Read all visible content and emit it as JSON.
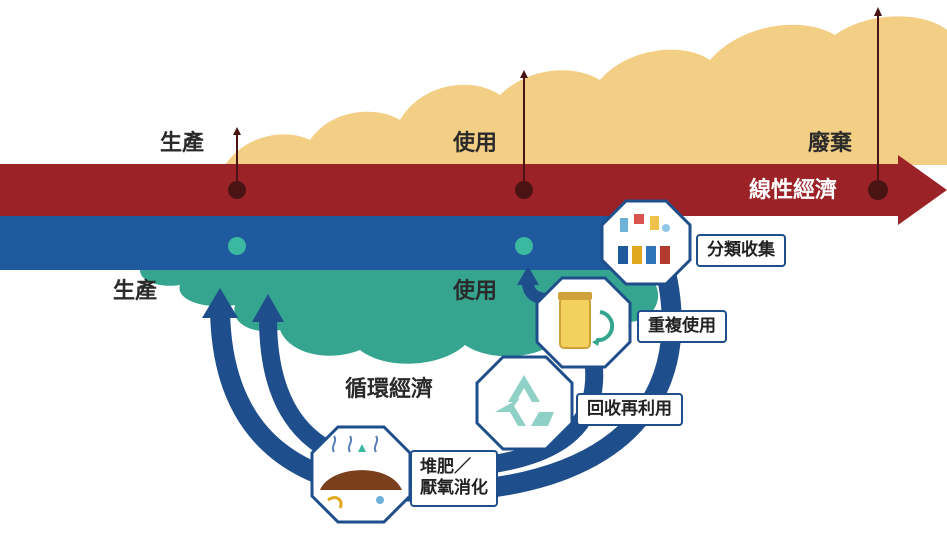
{
  "linear": {
    "title": "線性經濟",
    "stage_produce": "生產",
    "stage_use": "使用",
    "stage_dispose": "廢棄"
  },
  "circular": {
    "title": "循環經濟",
    "stage_produce": "生產",
    "stage_use": "使用",
    "steps": [
      {
        "label": "分類收集",
        "icon": "recycling-bins-icon"
      },
      {
        "label": "重複使用",
        "icon": "reuse-jar-icon"
      },
      {
        "label": "回收再利用",
        "icon": "recycle-symbol-icon"
      },
      {
        "label_line1": "堆肥／",
        "label_line2": "厭氧消化",
        "icon": "compost-icon"
      }
    ]
  },
  "colors": {
    "linear_band": "#9b2226",
    "circular_band": "#1f5a9e",
    "waste_cloud": "#f3ce85",
    "circular_cloud": "#35a58f",
    "loop_arrow": "#1f4e8c",
    "dot_linear": "#4a1414",
    "dot_circular": "#3bb8a0"
  }
}
